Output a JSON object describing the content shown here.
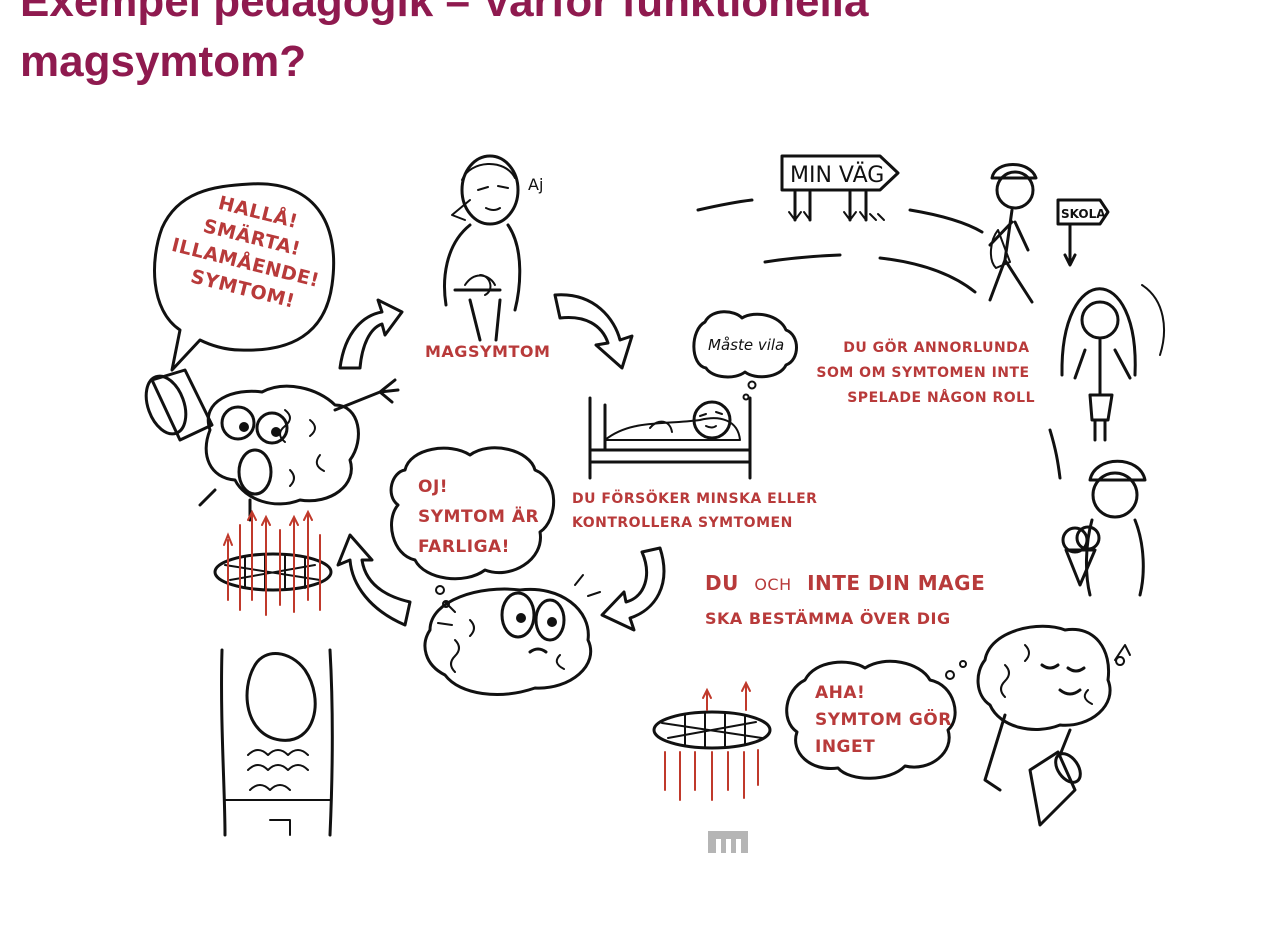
{
  "title": {
    "line1": "Exempel pedagogik –  Varför funktionella",
    "line2": "magsymtom?"
  },
  "diagram": {
    "speech_alarm": [
      "HALLÅ!",
      "SMÄRTA!",
      "ILLAMÅENDE!",
      "SYMTOM!"
    ],
    "magsymtom_label": "MAGSYMTOM",
    "girl_exclaim": "Aj",
    "bed_thought": "Måste vila",
    "control_caption": [
      "DU FÖRSÖKER MINSKA ELLER",
      "KONTROLLERA SYMTOMEN"
    ],
    "danger_thought": [
      "OJ!",
      "SYMTOM ÄR",
      "FARLIGA!"
    ],
    "sign_min_vag": "MIN VÄG",
    "sign_skola": "SKOLA",
    "different_caption": [
      "DU GÖR ANNORLUNDA",
      "SOM OM SYMTOMEN INTE",
      "SPELADE NÅGON ROLL"
    ],
    "slogan_line1": {
      "du": "DU",
      "och": "OCH",
      "inte_din_mage": "INTE DIN MAGE"
    },
    "slogan_line2": "SKA BESTÄMMA ÖVER DIG",
    "aha_thought": [
      "AHA!",
      "SYMTOM GÖR",
      "INGET"
    ]
  },
  "colors": {
    "title": "#8f1a4f",
    "handwriting": "#b83a3a",
    "ink": "#111111",
    "logo": "#b5b5b5"
  },
  "icons": [
    "megaphone-icon",
    "brain-character-icon",
    "stomach-icon",
    "net-icon",
    "bed-icon",
    "signpost-icon",
    "logo-icon"
  ]
}
